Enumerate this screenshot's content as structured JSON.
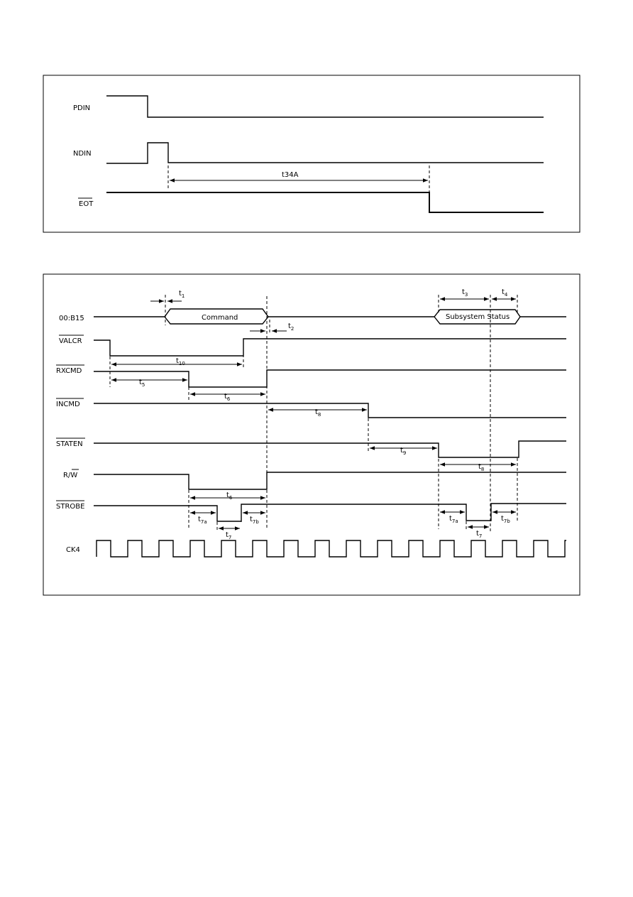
{
  "diagram1": {
    "signals": {
      "pdin": "PDIN",
      "ndin": "NDIN",
      "eot": "EOT"
    },
    "timings": {
      "t34a": "t34A"
    }
  },
  "diagram2": {
    "signals": {
      "bus": "00:B15",
      "valcr": "VALCR",
      "rxcmd": "RXCMD",
      "incmd": "INCMD",
      "staten": "STATEN",
      "rw_prefix": "R/",
      "rw_bar": "W",
      "strobe": "STROBE",
      "ck4": "CK4"
    },
    "bus_values": {
      "command": "Command",
      "status": "Subsystem Status"
    },
    "timings": {
      "t1": {
        "main": "t",
        "sub": "1"
      },
      "t2": {
        "main": "t",
        "sub": "2"
      },
      "t3": {
        "main": "t",
        "sub": "3"
      },
      "t4": {
        "main": "t",
        "sub": "4"
      },
      "t5": {
        "main": "t",
        "sub": "5"
      },
      "t6": {
        "main": "t",
        "sub": "6"
      },
      "t7": {
        "main": "t",
        "sub": "7"
      },
      "t7b": {
        "main": "t",
        "sub": "7"
      },
      "t7a": {
        "main": "t",
        "sub": "7a"
      },
      "t7b_label": {
        "main": "t",
        "sub": "7b"
      },
      "t7a2": {
        "main": "t",
        "sub": "7a"
      },
      "t7b2": {
        "main": "t",
        "sub": "7b"
      },
      "t8": {
        "main": "t",
        "sub": "8"
      },
      "t8b": {
        "main": "t",
        "sub": "8"
      },
      "t9": {
        "main": "t",
        "sub": "9"
      },
      "t10": {
        "main": "t",
        "sub": "10"
      },
      "t6b": {
        "main": "t",
        "sub": "6"
      }
    }
  }
}
